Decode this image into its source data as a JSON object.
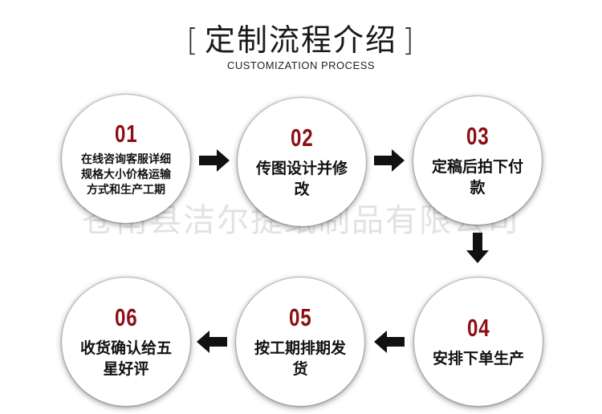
{
  "header": {
    "bracket_left": "[",
    "title": "定制流程介绍",
    "bracket_right": "]",
    "subtitle": "CUSTOMIZATION PROCESS"
  },
  "watermark": "苍南县洁尔捷纸制品有限公司",
  "steps": [
    {
      "number": "01",
      "text": "在线咨询客服详细规格大小价格运输方式和生产工期"
    },
    {
      "number": "02",
      "text": "传图设计并修改"
    },
    {
      "number": "03",
      "text": "定稿后拍下付款"
    },
    {
      "number": "04",
      "text": "安排下单生产"
    },
    {
      "number": "05",
      "text": "按工期排期发货"
    },
    {
      "number": "06",
      "text": "收货确认给五星好评"
    }
  ],
  "colors": {
    "number": "#8b0f14",
    "text": "#111111",
    "arrow": "#111111"
  },
  "icons": {
    "flow_arrow": "arrow-icon"
  }
}
